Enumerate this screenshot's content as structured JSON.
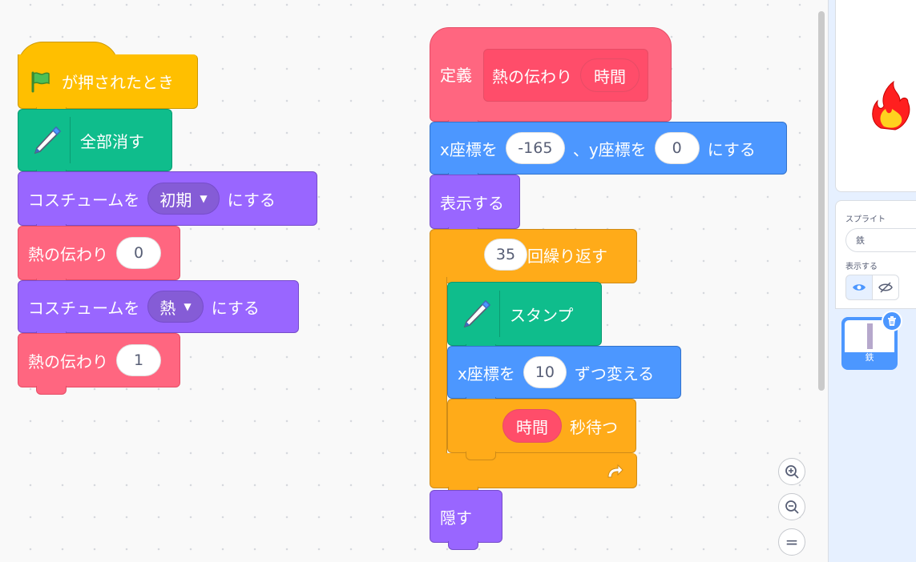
{
  "script1": {
    "when_flag_label": "が押されたとき",
    "erase_all_label": "全部消す",
    "switch_costume_1": {
      "prefix": "コスチュームを",
      "value": "初期",
      "suffix": "にする"
    },
    "call_heat_1": {
      "label": "熱の伝わり",
      "value": "0"
    },
    "switch_costume_2": {
      "prefix": "コスチュームを",
      "value": "熱",
      "suffix": "にする"
    },
    "call_heat_2": {
      "label": "熱の伝わり",
      "value": "1"
    }
  },
  "script2": {
    "define_label": "定義",
    "proc_name": "熱の伝わり",
    "param_name": "時間",
    "goto": {
      "x_label": "x座標を",
      "x_value": "-165",
      "y_label": "、y座標を",
      "y_value": "0",
      "suffix": "にする"
    },
    "show_label": "表示する",
    "repeat": {
      "count": "35",
      "label": "回繰り返す"
    },
    "stamp_label": "スタンプ",
    "change_x": {
      "label": "x座標を",
      "value": "10",
      "suffix": "ずつ変える"
    },
    "wait": {
      "param": "時間",
      "suffix": "秒待つ"
    },
    "hide_label": "隠す"
  },
  "zoom": {
    "zoom_in": "+",
    "zoom_out": "−",
    "reset": "="
  },
  "sprite_panel": {
    "sprite_label": "スプライト",
    "sprite_name": "鉄",
    "show_label": "表示する",
    "tile_name": "鉄"
  },
  "colors": {
    "events": "#ffbf00",
    "pen": "#0fbd8c",
    "looks": "#9966ff",
    "custom": "#ff6680",
    "motion": "#4c97ff",
    "control": "#ffab19"
  },
  "icons": [
    "green-flag-icon",
    "pen-icon",
    "repeat-arrow-icon",
    "zoom-in-icon",
    "zoom-out-icon",
    "zoom-reset-icon",
    "eye-icon",
    "eye-slash-icon",
    "trash-icon",
    "fire-sprite"
  ]
}
